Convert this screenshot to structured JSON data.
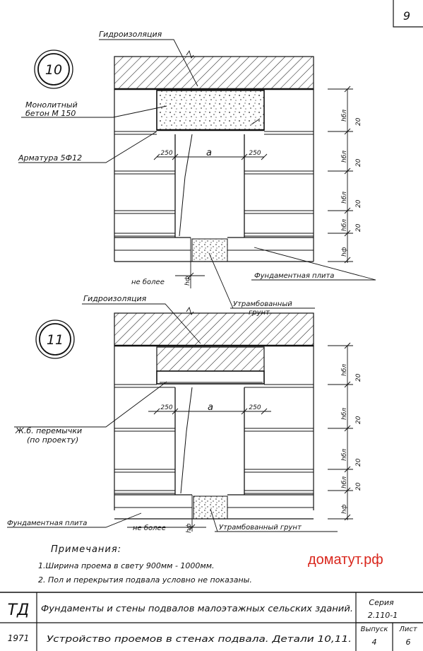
{
  "sheet_number": "9",
  "labels": {
    "waterproofing": "Гидроизоляция",
    "concrete_line1": "Монолитный",
    "concrete_line2": "бетон М 150",
    "rebar": "Арматура 5Ф12",
    "lintels_line1": "Ж.б. перемычки",
    "lintels_line2": "(по проекту)",
    "not_more": "не более",
    "rammed_line1": "Утрамбованный",
    "rammed_line2": "грунт",
    "rammed_full": "Утрамбованный грунт",
    "foundation_slab": "Фундаментная плита"
  },
  "dims": {
    "side": "250",
    "opening": "a",
    "course": "hбл",
    "course_value": "20",
    "slab": "hф"
  },
  "details": {
    "d10": "10",
    "d11": "11"
  },
  "notes": {
    "heading": "Примечания:",
    "items": [
      "1.Ширина проема в свету 900мм - 1000мм.",
      "2. Пол и перекрытия подвала условно не показаны."
    ]
  },
  "watermark": "доматут.рф",
  "title_block": {
    "logo": "ТД",
    "year": "1971",
    "title1": "Фундаменты и стены подвалов малоэтажных сельских зданий.",
    "title2": "Устройство проемов в стенах подвала. Детали 10,11.",
    "series_label": "Серия",
    "series_value": "2.110-1",
    "issue_label": "Выпуск",
    "issue_value": "4",
    "sheet_label": "Лист",
    "sheet_value": "6"
  }
}
